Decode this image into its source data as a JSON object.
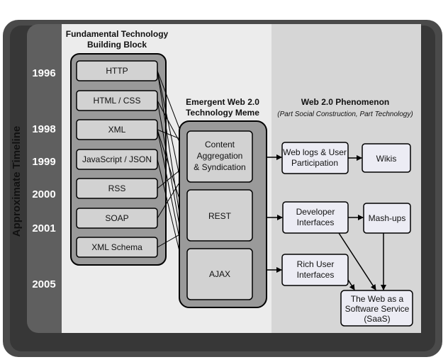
{
  "axis_label": "Approximate Timeline",
  "years": [
    {
      "label": "1996"
    },
    {
      "label": "1998"
    },
    {
      "label": "1999"
    },
    {
      "label": "2000"
    },
    {
      "label": "2001"
    },
    {
      "label": "2005"
    }
  ],
  "headers": {
    "fundamental_line1": "Fundamental Technology",
    "fundamental_line2": "Building Block",
    "meme_line1": "Emergent Web 2.0",
    "meme_line2": "Technology Meme",
    "phenomenon": "Web 2.0 Phenomenon",
    "phenomenon_sub": "(Part Social Construction, Part Technology)"
  },
  "building_blocks": [
    "HTTP",
    "HTML / CSS",
    "XML",
    "JavaScript / JSON",
    "RSS",
    "SOAP",
    "XML Schema"
  ],
  "memes": [
    [
      "Content",
      "Aggregation",
      "& Syndication"
    ],
    [
      "REST"
    ],
    [
      "AJAX"
    ]
  ],
  "phenomena": {
    "weblogs": [
      "Web logs & User",
      "Participation"
    ],
    "wikis": [
      "Wikis"
    ],
    "developer": [
      "Developer",
      "Interfaces"
    ],
    "mashups": [
      "Mash-ups"
    ],
    "rich": [
      "Rich User",
      "Interfaces"
    ],
    "saas": [
      "The Web as a",
      "Software Service",
      "(SaaS)"
    ]
  }
}
